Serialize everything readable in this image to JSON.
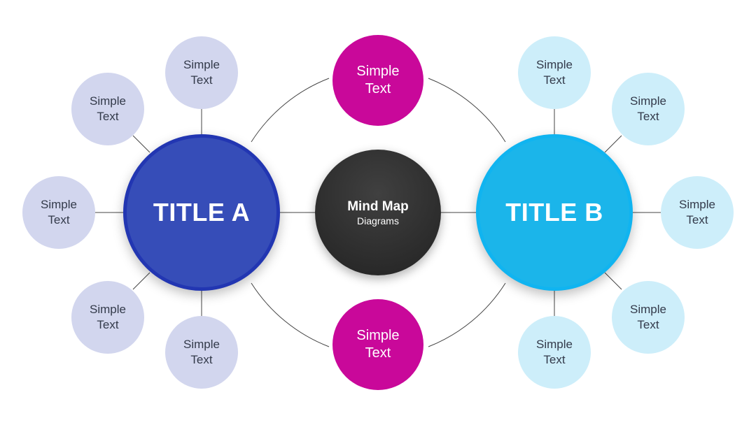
{
  "center": {
    "title": "Mind Map",
    "subtitle": "Diagrams"
  },
  "title_a": {
    "label": "TITLE A",
    "children": [
      {
        "line1": "Simple",
        "line2": "Text"
      },
      {
        "line1": "Simple",
        "line2": "Text"
      },
      {
        "line1": "Simple",
        "line2": "Text"
      },
      {
        "line1": "Simple",
        "line2": "Text"
      },
      {
        "line1": "Simple",
        "line2": "Text"
      }
    ]
  },
  "title_b": {
    "label": "TITLE B",
    "children": [
      {
        "line1": "Simple",
        "line2": "Text"
      },
      {
        "line1": "Simple",
        "line2": "Text"
      },
      {
        "line1": "Simple",
        "line2": "Text"
      },
      {
        "line1": "Simple",
        "line2": "Text"
      },
      {
        "line1": "Simple",
        "line2": "Text"
      }
    ]
  },
  "middle": [
    {
      "line1": "Simple",
      "line2": "Text"
    },
    {
      "line1": "Simple",
      "line2": "Text"
    }
  ],
  "colors": {
    "title_a": "#364db8",
    "title_b": "#1bb5ea",
    "center": "#2c2c2c",
    "magenta": "#c9089a",
    "leaf_a": "#d2d6ee",
    "leaf_b": "#cdeefa",
    "line": "#444444"
  }
}
